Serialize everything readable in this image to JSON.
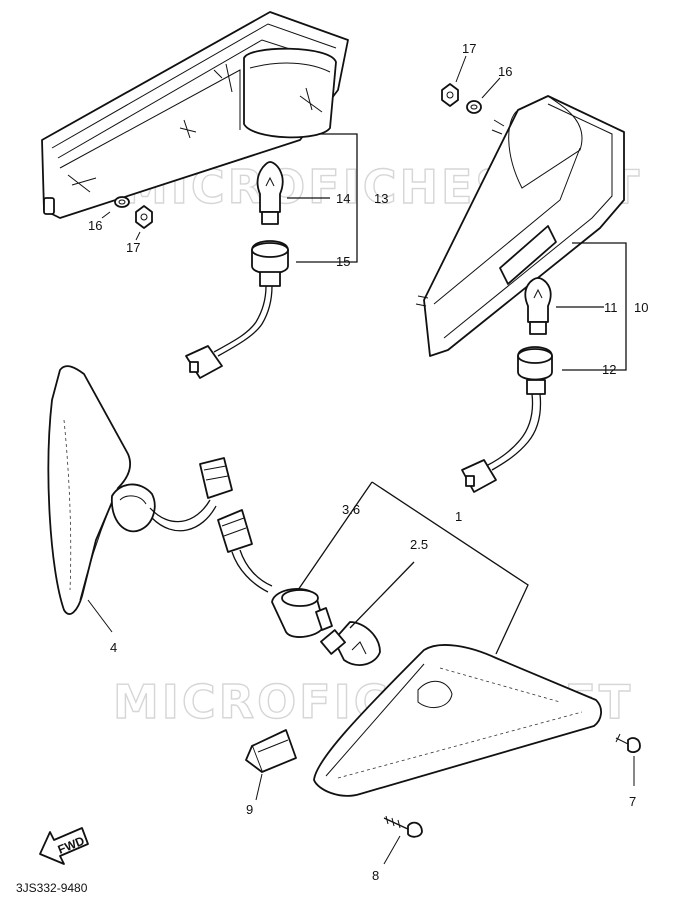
{
  "diagram": {
    "watermark": "MICROFICHES.NET",
    "part_code": "3JS332-9480",
    "fwd_label": "FWD",
    "callouts": {
      "p1": "1",
      "p2_5": "2.5",
      "p3_6": "3.6",
      "p4": "4",
      "p7": "7",
      "p8": "8",
      "p9": "9",
      "p10": "10",
      "p11": "11",
      "p12": "12",
      "p13": "13",
      "p14": "14",
      "p15": "15",
      "p16_left": "16",
      "p17_left": "17",
      "p16_right": "16",
      "p17_right": "17"
    }
  }
}
